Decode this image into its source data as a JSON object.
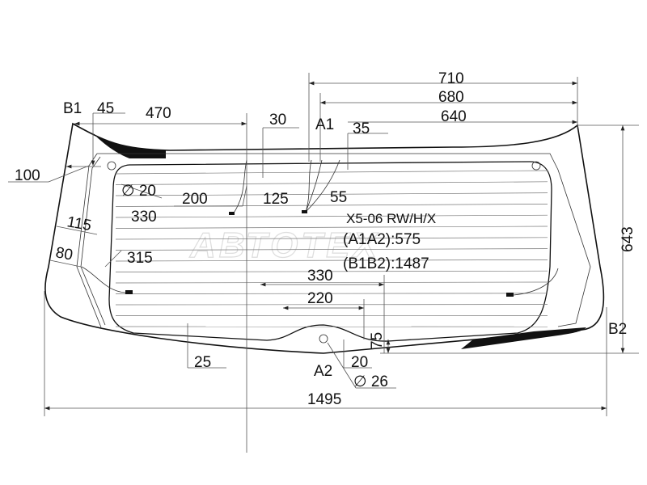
{
  "watermark": "АВТОТЕХ",
  "part": {
    "code": "X5-06 RW/H/X",
    "a1a2": "(A1A2):575",
    "b1b2": "(B1B2):1487"
  },
  "points": {
    "b1": "B1",
    "b2": "B2",
    "a1": "A1",
    "a2": "A2"
  },
  "dimensions": {
    "d710": "710",
    "d680": "680",
    "d640": "640",
    "d643": "643",
    "d45": "45",
    "d470": "470",
    "d30": "30",
    "d35": "35",
    "d100": "100",
    "d20dia": "∅ 20",
    "d200": "200",
    "d125": "125",
    "d55": "55",
    "d115": "115",
    "d330a": "330",
    "d80": "80",
    "d315": "315",
    "d330b": "330",
    "d220": "220",
    "d75": "75",
    "d25": "25",
    "d20": "20",
    "d26dia": "∅ 26",
    "d1495": "1495"
  }
}
